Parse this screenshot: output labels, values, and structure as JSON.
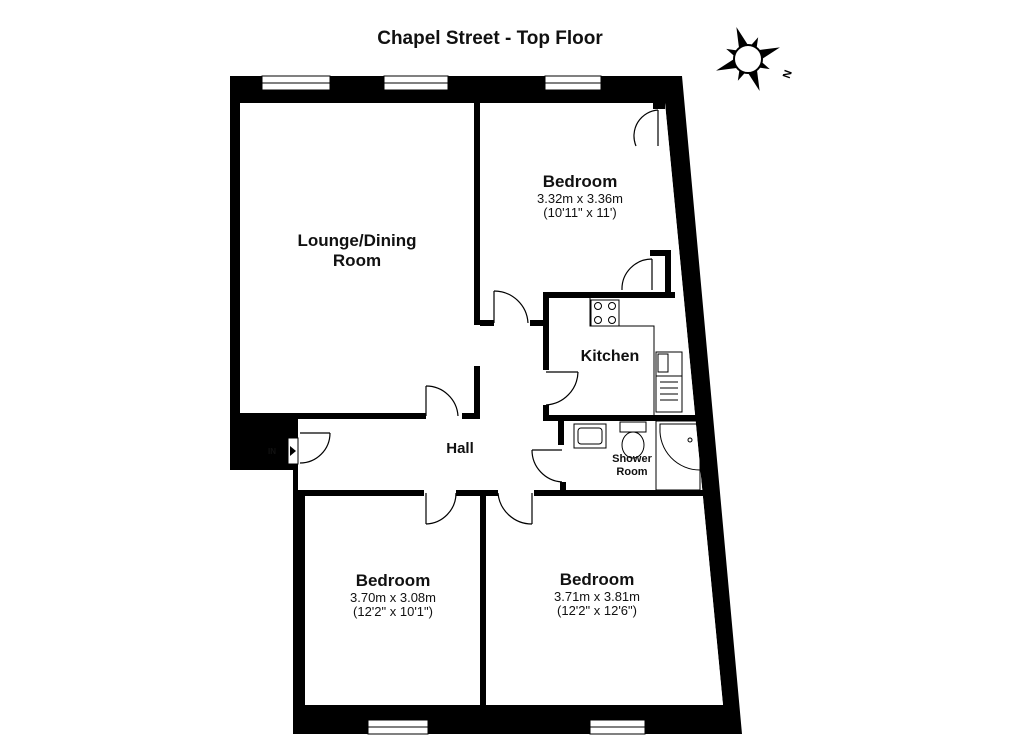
{
  "title": "Chapel Street - Top Floor",
  "compass": {
    "north_label": "N"
  },
  "entrance_label": "IN",
  "rooms": {
    "lounge": {
      "name": "Lounge/Dining",
      "name2": "Room"
    },
    "bedroom_top": {
      "name": "Bedroom",
      "dim_m": "3.32m x 3.36m",
      "dim_ft": "(10'11\" x 11')"
    },
    "kitchen": {
      "name": "Kitchen"
    },
    "hall": {
      "name": "Hall"
    },
    "shower": {
      "name": "Shower",
      "name2": "Room"
    },
    "bedroom_left": {
      "name": "Bedroom",
      "dim_m": "3.70m x 3.08m",
      "dim_ft": "(12'2\" x 10'1\")"
    },
    "bedroom_right": {
      "name": "Bedroom",
      "dim_m": "3.71m x 3.81m",
      "dim_ft": "(12'2\" x 12'6\")"
    }
  }
}
